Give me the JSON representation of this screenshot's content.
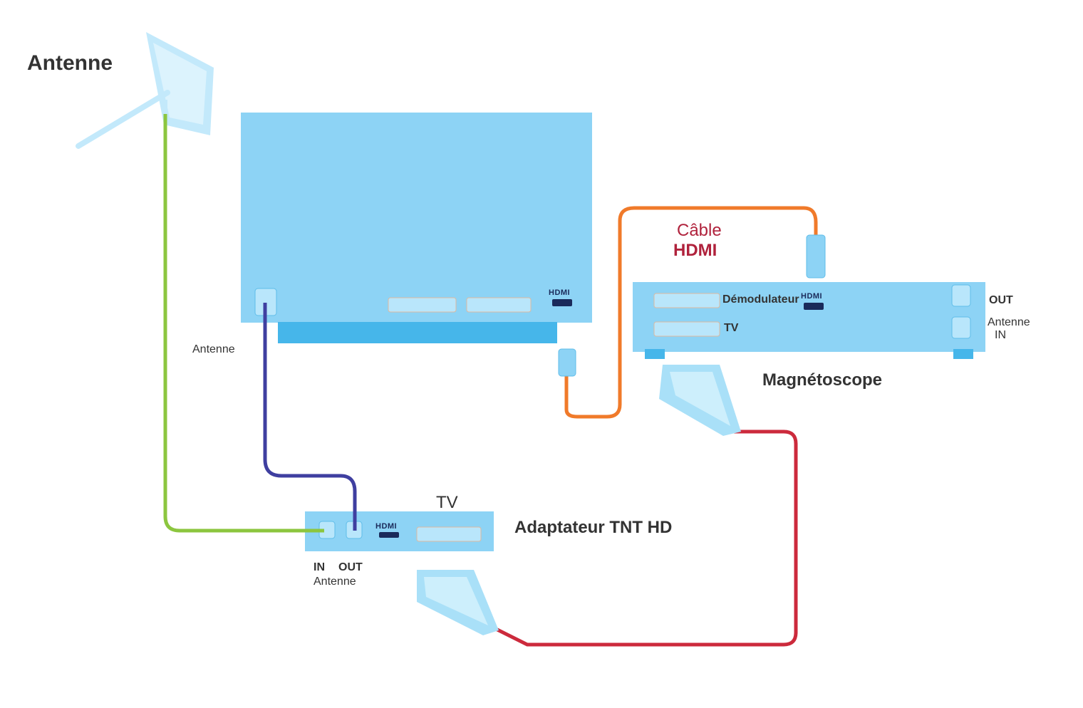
{
  "labels": {
    "antenne": "Antenne",
    "tv_antenna_port": "Antenne",
    "cable_hdmi_line1": "Câble",
    "cable_hdmi_line2": "HDMI",
    "vcr_demod": "Démodulateur",
    "vcr_tv": "TV",
    "vcr_out": "OUT",
    "vcr_antenne": "Antenne",
    "vcr_in": "IN",
    "magnetoscope": "Magnétoscope",
    "adapter_tv": "TV",
    "adapter_name": "Adaptateur TNT HD",
    "adapter_in": "IN",
    "adapter_out": "OUT",
    "adapter_antenne": "Antenne",
    "hdmi_port_tv": "HDMI",
    "hdmi_port_vcr": "HDMI",
    "hdmi_port_adapter": "HDMI"
  },
  "colors": {
    "device": "#8dd3f5",
    "device_dark": "#46b6ea",
    "antenna": "#b9e6fb",
    "cable_green": "#8cc63f",
    "cable_blue": "#3f3fa0",
    "cable_orange": "#f07a2a",
    "cable_red": "#cc2a3c",
    "text": "#333333",
    "accent": "#b0223c"
  },
  "icons": {
    "antenna": "antenna-dish-icon",
    "scart": "scart-plug-icon",
    "hdmi": "hdmi-plug-icon"
  }
}
